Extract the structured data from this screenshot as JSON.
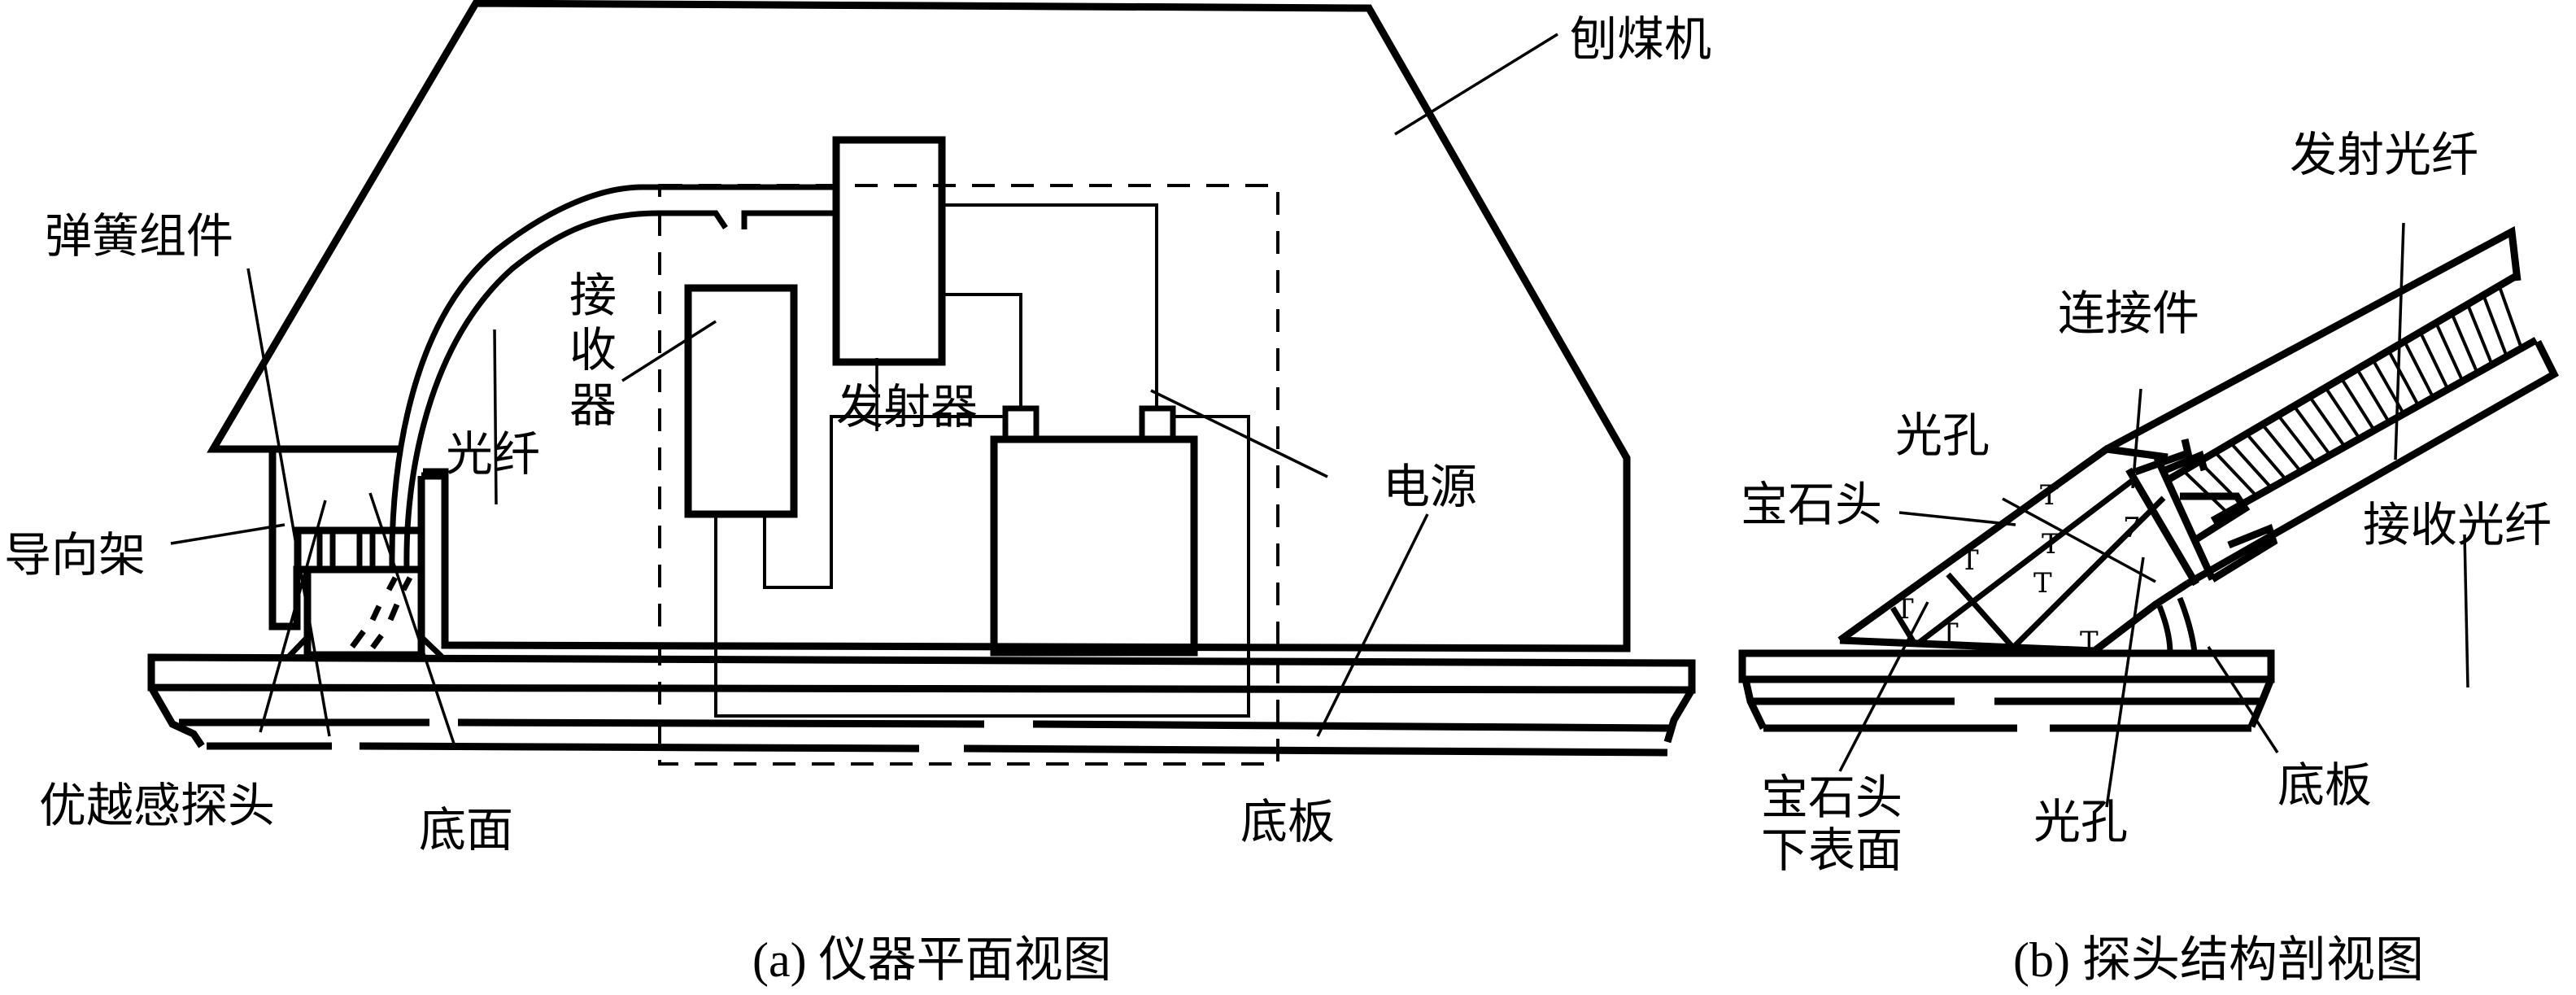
{
  "figure": {
    "panel_a": {
      "caption": "(a) 仪器平面视图",
      "labels": {
        "plow": "刨煤机",
        "spring_assembly": "弹簧组件",
        "fiber": "光纤",
        "receiver_1": "接",
        "receiver_2": "收",
        "receiver_3": "器",
        "emitter": "发射器",
        "power": "电源",
        "guide_frame": "导向架",
        "probe": "优越感探头",
        "bottom_surface": "底面",
        "base_plate": "底板"
      }
    },
    "panel_b": {
      "caption": "(b) 探头结构剖视图",
      "labels": {
        "emit_fiber": "发射光纤",
        "connector": "连接件",
        "light_hole_top": "光孔",
        "gem_head": "宝石头",
        "receive_fiber": "接收光纤",
        "gem_lower_1": "宝石头",
        "gem_lower_2": "下表面",
        "light_hole_bottom": "光孔",
        "base_plate": "底板"
      }
    }
  }
}
